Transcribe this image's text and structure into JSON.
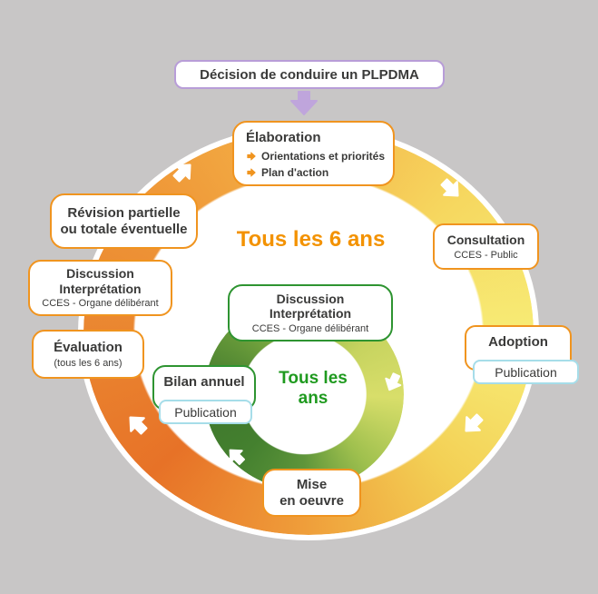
{
  "decision": {
    "label": "Décision de conduire un PLPDMA"
  },
  "outer_cycle": {
    "period": "Tous les 6 ans",
    "elaboration": {
      "title": "Élaboration",
      "bullet1": "Orientations et priorités",
      "bullet2": "Plan d'action"
    },
    "consultation": {
      "title": "Consultation",
      "subtitle": "CCES - Public"
    },
    "adoption": {
      "title": "Adoption",
      "badge": "Publication"
    },
    "mise_en_oeuvre": {
      "line1": "Mise",
      "line2": "en oeuvre"
    },
    "evaluation": {
      "title": "Évaluation",
      "subtitle": "(tous les 6 ans)"
    },
    "discussion": {
      "line1": "Discussion",
      "line2": "Interprétation",
      "subtitle": "CCES - Organe délibérant"
    },
    "revision": {
      "line1": "Révision partielle",
      "line2": "ou totale éventuelle"
    }
  },
  "inner_cycle": {
    "period_line1": "Tous les",
    "period_line2": "ans",
    "discussion": {
      "line1": "Discussion",
      "line2": "Interprétation",
      "subtitle": "CCES - Organe délibérant"
    },
    "bilan": {
      "title": "Bilan annuel",
      "badge": "Publication"
    }
  },
  "colors": {
    "background": "#C8C6C6",
    "orange_border": "#F0941F",
    "green_border": "#2E9431",
    "cyan_border": "#A6DDE9",
    "purple_border": "#B89DD8",
    "purple_arrow": "#BFA5DC",
    "period_outer_text": "#F39200",
    "period_inner_text": "#1F9A1F",
    "ring_outer_deep": "#E77227",
    "ring_outer_pale": "#F7EC76",
    "ring_inner_deep": "#3E772C",
    "ring_inner_pale": "#D8DE6A"
  }
}
